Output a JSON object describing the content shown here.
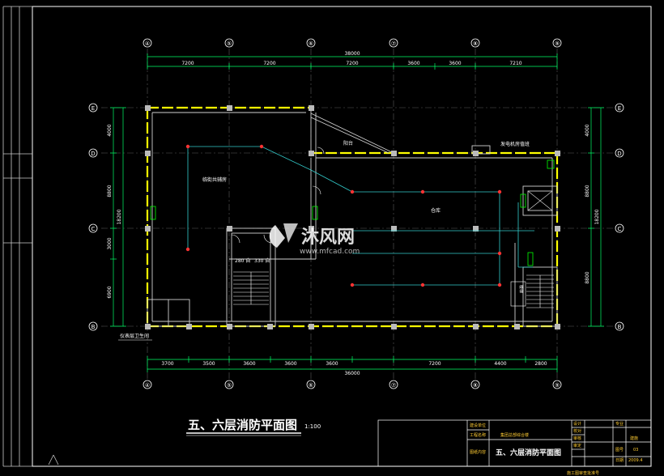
{
  "drawing": {
    "title": "五、六层消防平面图",
    "scale": "1:100",
    "watermark_cn": "沐风网",
    "watermark_url": "www.mfcad.com"
  },
  "grid": {
    "cols": [
      "④",
      "⑤",
      "⑥",
      "⑦",
      "⑧",
      "⑨"
    ],
    "rows": [
      "E",
      "D",
      "C",
      "B"
    ]
  },
  "dims": {
    "top_total": "38000",
    "top": [
      "7200",
      "7200",
      "7200",
      "3600",
      "3600",
      "7210"
    ],
    "bottom_total": "36000",
    "bottom": [
      "3700",
      "3500",
      "3600",
      "3600",
      "3600",
      "7200",
      "4400",
      "2800"
    ],
    "left": [
      "4000",
      "8800",
      "3000",
      "6900"
    ],
    "left_total": "18200",
    "right": [
      "4000",
      "8800",
      "8800"
    ],
    "right_total": "18200"
  },
  "rooms": {
    "office": "临街共辅房",
    "balcony": "阳台",
    "hall": "仓库",
    "equipment": "发电机房值班",
    "corridor": "仪表层卫生间",
    "label1": "280 自",
    "label2": "330 自",
    "stair_note": "楼梯"
  },
  "title_block": {
    "r1": "建设单位",
    "r2": "工程名称",
    "r3": "图纸内容",
    "project": "集团总部综合楼",
    "sheet": "五、六层消防平面图",
    "c1": "设计",
    "c2": "校对",
    "c3": "审核",
    "c4": "审定",
    "c5": "专业",
    "c6": "图号",
    "c7": "日期",
    "v1": "建施",
    "v2": "03",
    "v3": "2009.4",
    "footer": "施工图审查批准号"
  }
}
